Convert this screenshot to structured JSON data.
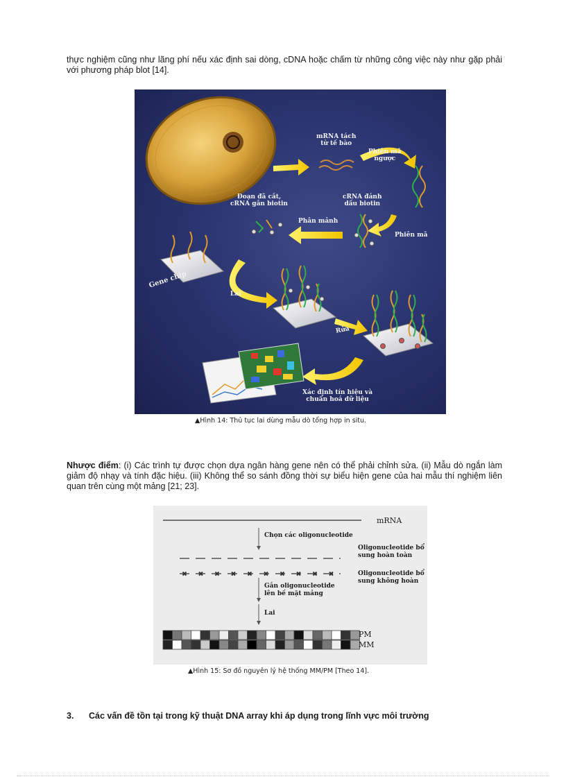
{
  "intro_paragraph": "thực nghiệm cũng như lãng phí nếu xác định sai dòng, cDNA hoặc chấm từ những công việc này như gặp phải với phương pháp blot [14].",
  "figure14": {
    "labels": {
      "mrna_tach": "mRNA tách\ntừ tế bào",
      "phien_ma_nguoc": "Phiên mã\nngược",
      "crna_danh_dau": "cRNA đánh\ndấu biotin",
      "phien_ma": "Phiên mã",
      "phan_manh": "Phân mảnh",
      "doan_da_cat": "Đoạn đã cắt,\ncRNA gắn biotin",
      "gene_chip": "Gene chip",
      "lai": "Lai",
      "rua": "Rửa",
      "xac_dinh": "Xác định tín hiệu và\nchuẩn hoá dữ liệu"
    },
    "caption": "▲Hình 14: Thủ tục lai dùng mẫu dò tổng hợp in situ."
  },
  "nhuoc_diem": {
    "label": "Nhược điểm",
    "text": ": (i) Các trình tự được chọn dựa ngân hàng gene nên có thể phải chỉnh sửa. (ii) Mẫu dò ngắn làm giảm độ nhạy và tính đặc hiệu. (iii) Không thể so sánh đồng thời sự biểu hiện gene của hai mẫu thí nghiệm liên quan trên cùng một mảng [21; 23]."
  },
  "figure15": {
    "labels": {
      "mrna": "mRNA",
      "chon": "Chọn các oligonucleotide",
      "bo_sung_hoan_toan": "Oligonucleotide bổ\nsung hoàn toàn",
      "bo_sung_khong_hoan": "Oligonucleotide bổ\nsung không hoàn",
      "gan": "Gắn oligonucleotide\nlên bề mặt mảng",
      "lai": "Lai",
      "pm": "PM",
      "mm": "MM"
    },
    "caption": "▲Hình 15: Sơ đồ nguyên lý hệ thống MM/PM [Theo 14]."
  },
  "section3": {
    "number": "3.",
    "title": "Các vấn đề tồn tại trong kỹ thuật DNA array khi áp dụng trong lĩnh vực môi trường"
  }
}
